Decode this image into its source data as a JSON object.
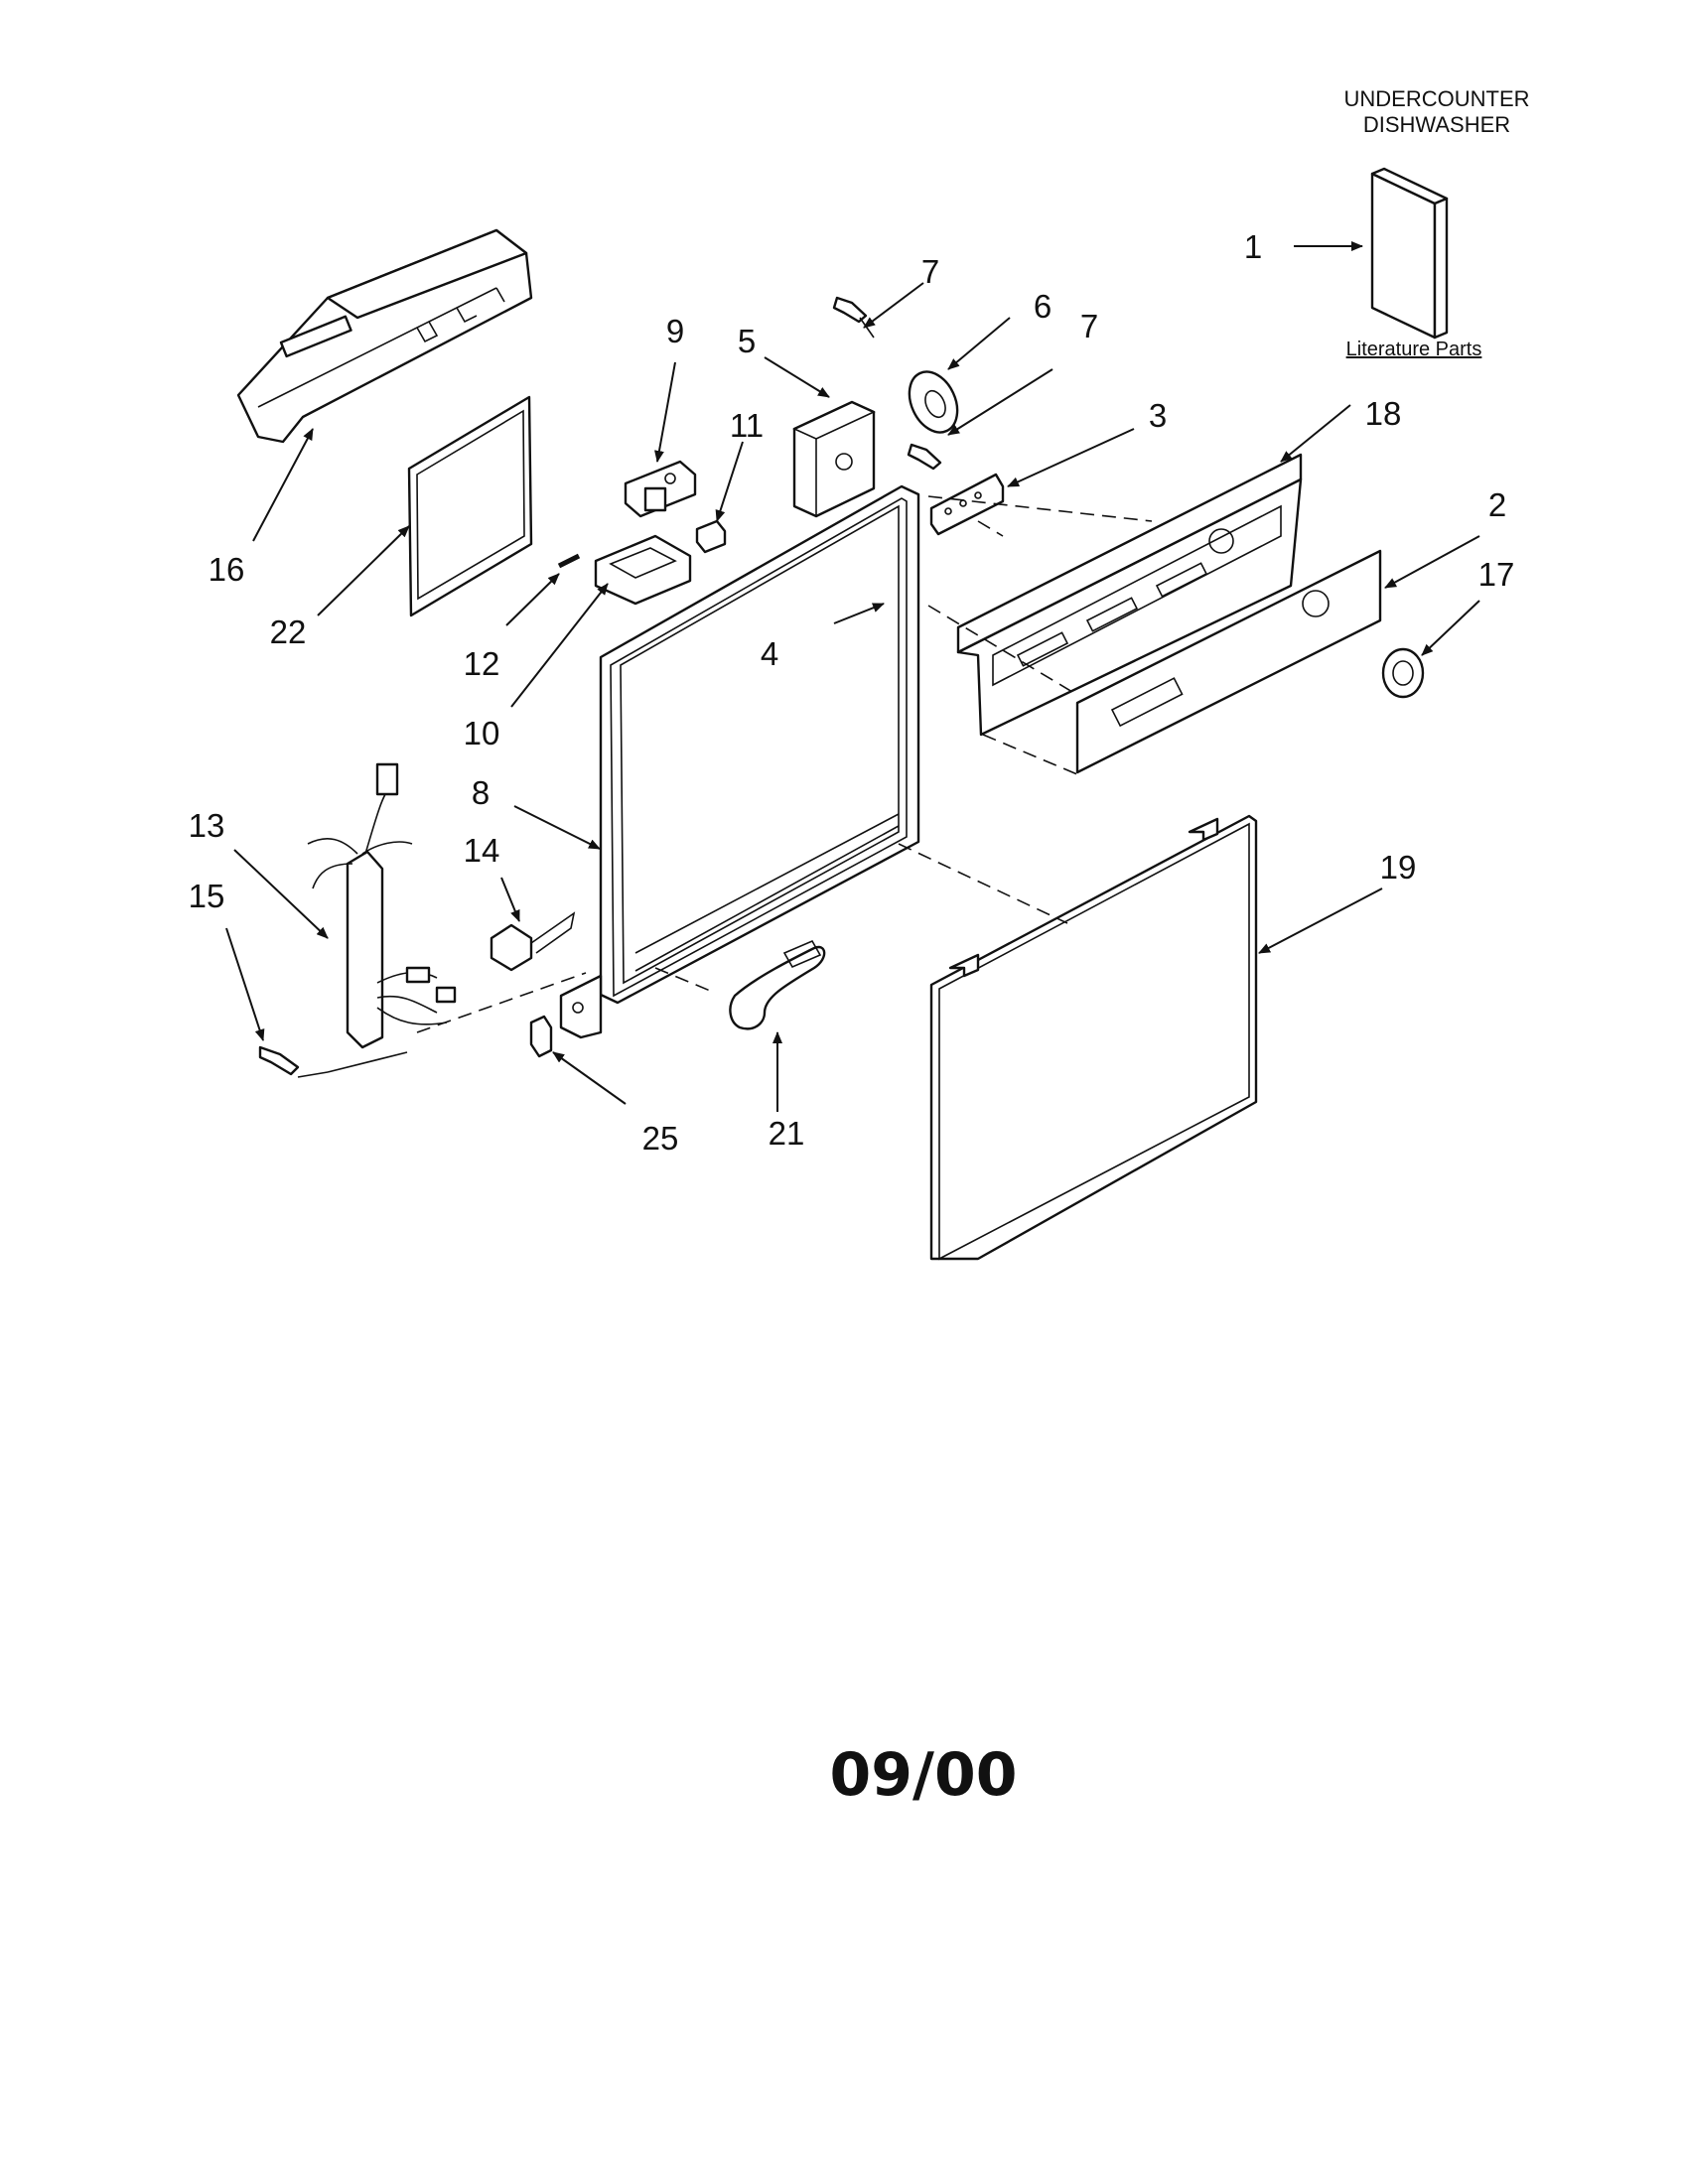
{
  "header": {
    "title_line1": "UNDERCOUNTER",
    "title_line2": "DISHWASHER"
  },
  "literature": {
    "label": "Literature Parts"
  },
  "callouts": [
    {
      "id": "1",
      "text": "1"
    },
    {
      "id": "2",
      "text": "2"
    },
    {
      "id": "3",
      "text": "3"
    },
    {
      "id": "4",
      "text": "4"
    },
    {
      "id": "5",
      "text": "5"
    },
    {
      "id": "6",
      "text": "6"
    },
    {
      "id": "7a",
      "text": "7"
    },
    {
      "id": "7b",
      "text": "7"
    },
    {
      "id": "8",
      "text": "8"
    },
    {
      "id": "9",
      "text": "9"
    },
    {
      "id": "10",
      "text": "10"
    },
    {
      "id": "11",
      "text": "11"
    },
    {
      "id": "12",
      "text": "12"
    },
    {
      "id": "13",
      "text": "13"
    },
    {
      "id": "14",
      "text": "14"
    },
    {
      "id": "15",
      "text": "15"
    },
    {
      "id": "16",
      "text": "16"
    },
    {
      "id": "17",
      "text": "17"
    },
    {
      "id": "18",
      "text": "18"
    },
    {
      "id": "19",
      "text": "19"
    },
    {
      "id": "21",
      "text": "21"
    },
    {
      "id": "22",
      "text": "22"
    },
    {
      "id": "25",
      "text": "25"
    }
  ],
  "footer": {
    "date": "09/00"
  },
  "colors": {
    "ink": "#111111",
    "paper": "#ffffff"
  }
}
